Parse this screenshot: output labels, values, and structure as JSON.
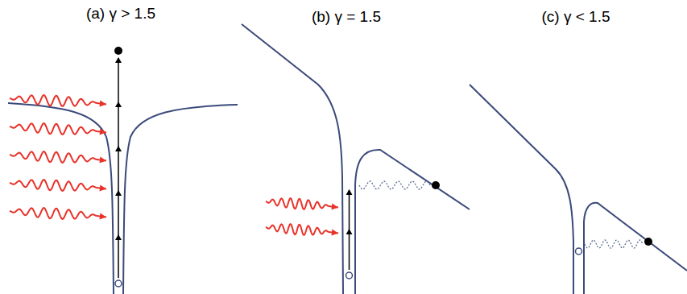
{
  "diagram": {
    "labels": [
      "(a) γ > 1.5",
      "(b) γ = 1.5",
      "(c) γ < 1.5"
    ]
  }
}
